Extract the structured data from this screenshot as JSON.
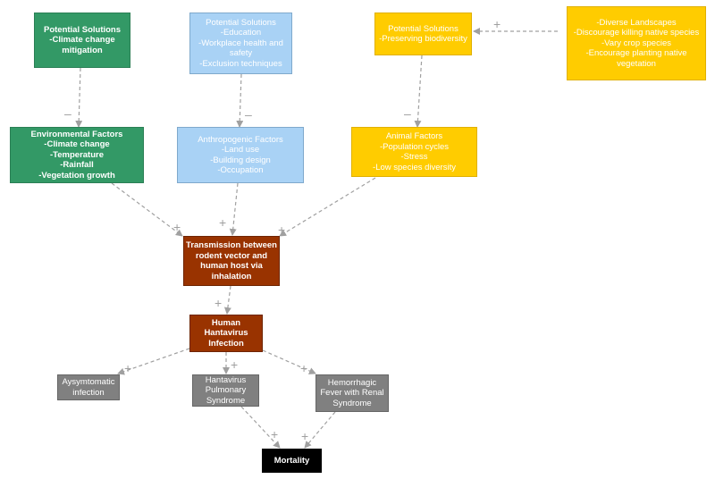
{
  "nodes": {
    "ps_climate": {
      "lines": [
        "Potential Solutions",
        "-Climate change",
        "mitigation"
      ]
    },
    "ps_education": {
      "lines": [
        "Potential Solutions",
        "-Education",
        "-Workplace health and",
        "safety",
        "-Exclusion techniques"
      ]
    },
    "ps_biodiversity": {
      "lines": [
        "Potential Solutions",
        "-Preserving biodiversity"
      ]
    },
    "ps_landscapes": {
      "lines": [
        "-Diverse Landscapes",
        "-Discourage killing native species",
        "-Vary crop species",
        "-Encourage planting native",
        "vegetation"
      ]
    },
    "env_factors": {
      "lines": [
        "Environmental Factors",
        "-Climate change",
        "-Temperature",
        "-Rainfall",
        "-Vegetation growth"
      ]
    },
    "anthro_factors": {
      "lines": [
        "Anthropogenic Factors",
        "-Land use",
        "-Building design",
        "-Occupation"
      ]
    },
    "animal_factors": {
      "lines": [
        "Animal Factors",
        "-Population cycles",
        "-Stress",
        "-Low species diversity"
      ]
    },
    "transmission": {
      "lines": [
        "Transmission between",
        "rodent vector and",
        "human host via",
        "inhalation"
      ]
    },
    "infection": {
      "lines": [
        "Human",
        "Hantavirus",
        "Infection"
      ]
    },
    "asymptomatic": {
      "lines": [
        "Aysymtomatic",
        "infection"
      ]
    },
    "hps": {
      "lines": [
        "Hantavirus",
        "Pulmonary",
        "Syndrome"
      ]
    },
    "hfrs": {
      "lines": [
        "Hemorrhagic",
        "Fever with Renal",
        "Syndrome"
      ]
    },
    "mortality": {
      "lines": [
        "Mortality"
      ]
    }
  },
  "edges": [
    {
      "from": "ps_climate",
      "to": "env_factors",
      "polarity": "–"
    },
    {
      "from": "ps_education",
      "to": "anthro_factors",
      "polarity": "–"
    },
    {
      "from": "ps_biodiversity",
      "to": "animal_factors",
      "polarity": "–"
    },
    {
      "from": "ps_landscapes",
      "to": "ps_biodiversity",
      "polarity": "+"
    },
    {
      "from": "env_factors",
      "to": "transmission",
      "polarity": "+"
    },
    {
      "from": "anthro_factors",
      "to": "transmission",
      "polarity": "+"
    },
    {
      "from": "animal_factors",
      "to": "transmission",
      "polarity": "+"
    },
    {
      "from": "transmission",
      "to": "infection",
      "polarity": "+"
    },
    {
      "from": "infection",
      "to": "asymptomatic",
      "polarity": "+"
    },
    {
      "from": "infection",
      "to": "hps",
      "polarity": "+"
    },
    {
      "from": "infection",
      "to": "hfrs",
      "polarity": "+"
    },
    {
      "from": "hps",
      "to": "mortality",
      "polarity": "+"
    },
    {
      "from": "hfrs",
      "to": "mortality",
      "polarity": "+"
    }
  ],
  "colors": {
    "solution_green": "#339966",
    "anthropogenic_blue": "#a9d2f5",
    "animal_yellow": "#ffcc00",
    "transmission_brown": "#993300",
    "outcome_gray": "#808080",
    "mortality_black": "#000000",
    "edge_gray": "#a0a0a0"
  }
}
